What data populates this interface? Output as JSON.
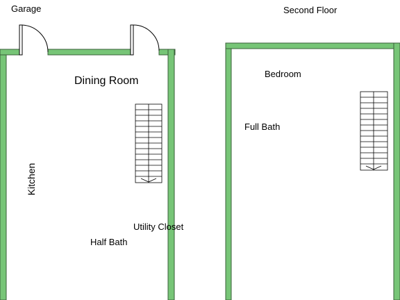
{
  "labels": {
    "garage": "Garage",
    "second_floor": "Second Floor",
    "dining_room": "Dining Room",
    "kitchen": "Kitchen",
    "utility_closet": "Utility Closet",
    "half_bath": "Half Bath",
    "bedroom": "Bedroom",
    "full_bath": "Full Bath"
  },
  "colors": {
    "wall_fill": "#77c577",
    "wall_stroke": "#3a5f3a",
    "line": "#000000",
    "background": "#ffffff"
  },
  "icons": [
    "door-swing-icon",
    "stairs-icon"
  ]
}
